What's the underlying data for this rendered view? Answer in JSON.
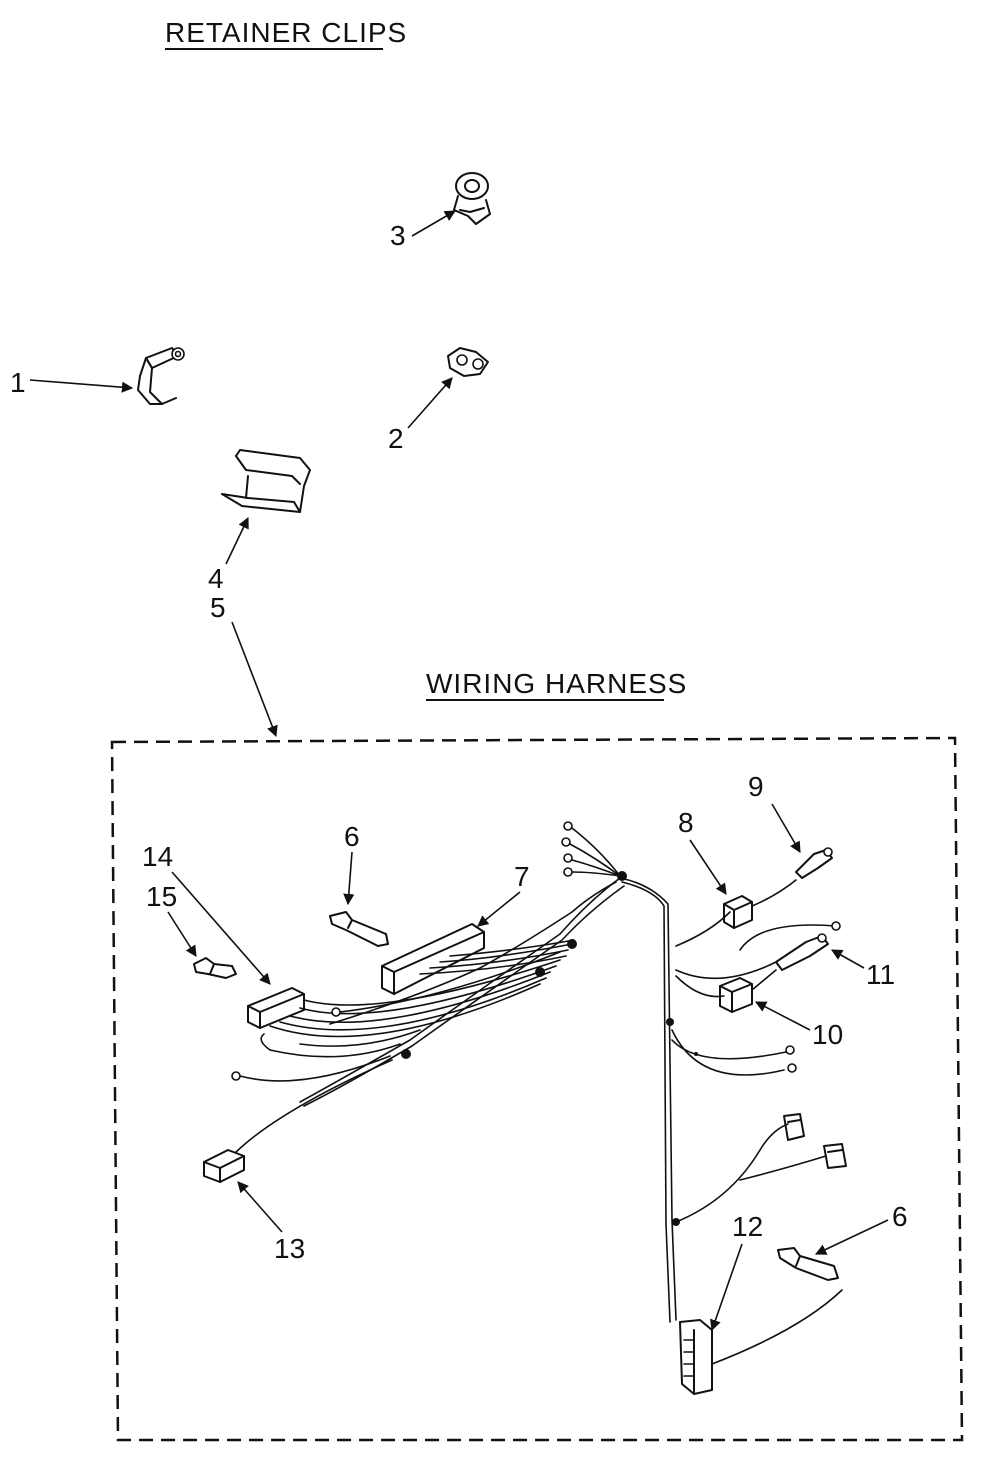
{
  "sections": {
    "retainer_clips_title": "RETAINER CLIPS",
    "wiring_harness_title": "WIRING HARNESS"
  },
  "callouts": {
    "c1": "1",
    "c2": "2",
    "c3": "3",
    "c4": "4",
    "c5": "5",
    "c6a": "6",
    "c6b": "6",
    "c7": "7",
    "c8": "8",
    "c9": "9",
    "c10": "10",
    "c11": "11",
    "c12": "12",
    "c13": "13",
    "c14": "14",
    "c15": "15"
  }
}
